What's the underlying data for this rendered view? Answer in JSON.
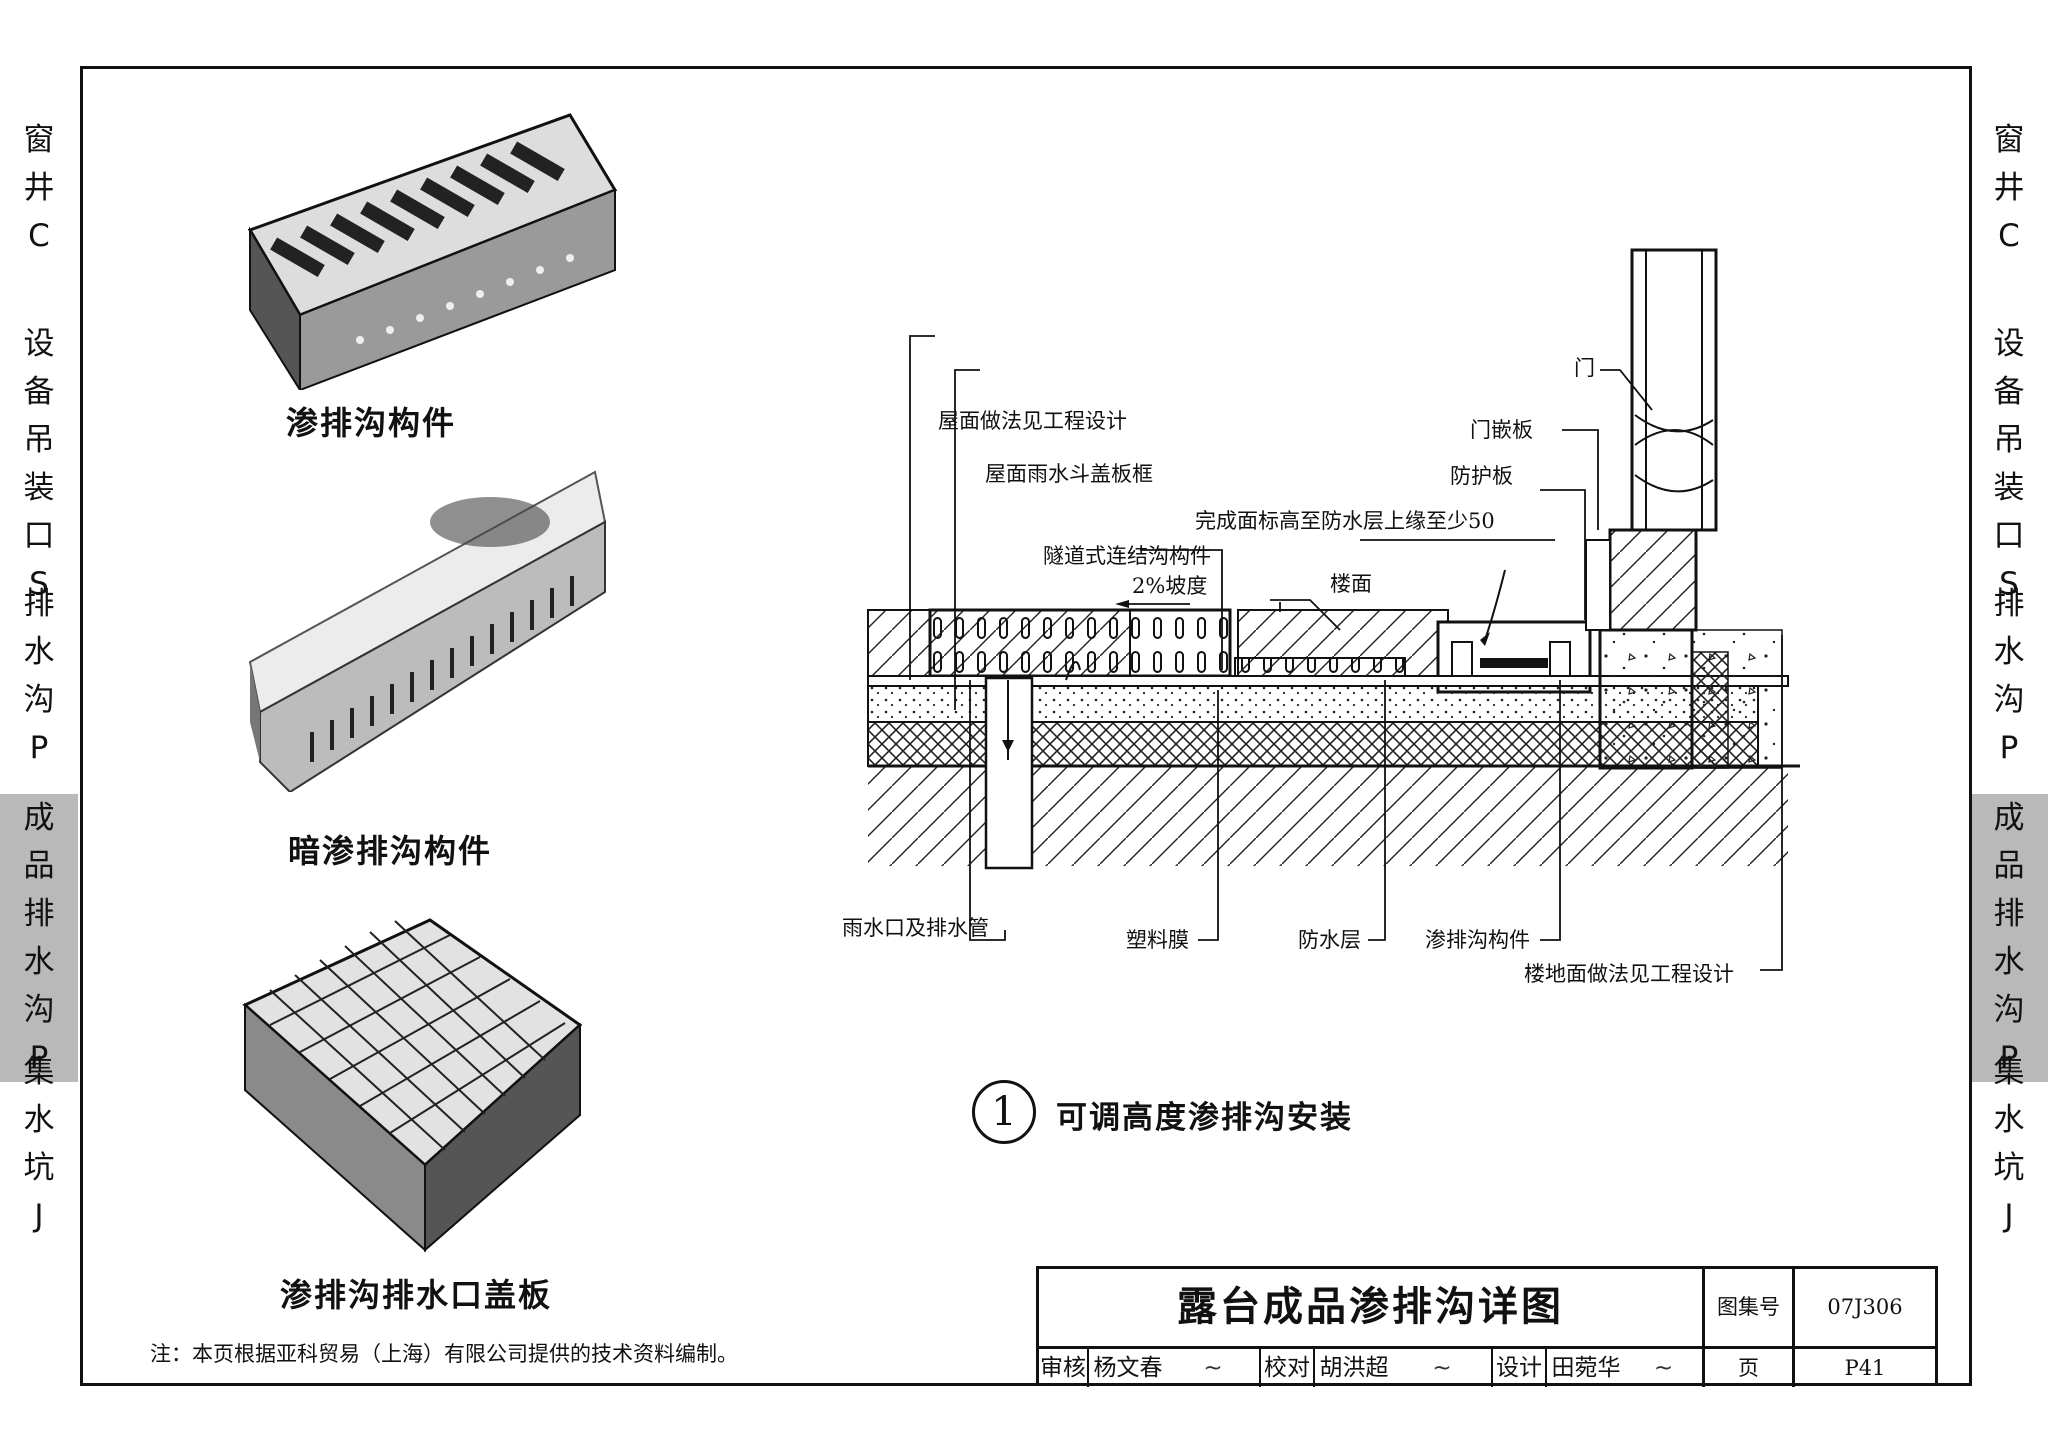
{
  "side_tabs": [
    {
      "chars": [
        "窗",
        "井",
        "C"
      ],
      "active": false
    },
    {
      "chars": [
        "设",
        "备",
        "吊",
        "装",
        "口",
        "S"
      ],
      "active": false
    },
    {
      "chars": [
        "排",
        "水",
        "沟",
        "P"
      ],
      "active": false
    },
    {
      "chars": [
        "成",
        "品",
        "排",
        "水",
        "沟",
        "P"
      ],
      "active": true
    },
    {
      "chars": [
        "集",
        "水",
        "坑",
        "J"
      ],
      "active": false
    }
  ],
  "products": {
    "p1": "渗排沟构件",
    "p2": "暗渗排沟构件",
    "p3": "渗排沟排水口盖板"
  },
  "callouts": {
    "roof": "屋面做法见工程设计",
    "grate_frame": "屋面雨水斗盖板框",
    "tunnel": "隧道式连结沟构件",
    "slope": "2%坡度",
    "floor": "楼面",
    "finish": "完成面标高至防水层上缘至少50",
    "protect": "防护板",
    "door_plate": "门嵌板",
    "door": "门",
    "drain": "雨水口及排水管",
    "film": "塑料膜",
    "waterproof": "防水层",
    "channel": "渗排沟构件",
    "floor_design": "楼地面做法见工程设计"
  },
  "detail": {
    "number": "1",
    "title": "可调高度渗排沟安装"
  },
  "title_block": {
    "title": "露台成品渗排沟详图",
    "atlas_label": "图集号",
    "atlas_no": "07J306",
    "page_label": "页",
    "page_no": "P41",
    "review_label": "审核",
    "reviewer": "杨文春",
    "check_label": "校对",
    "checker": "胡洪超",
    "design_label": "设计",
    "designer": "田菀华"
  },
  "note": "注：本页根据亚科贸易（上海）有限公司提供的技术资料编制。"
}
